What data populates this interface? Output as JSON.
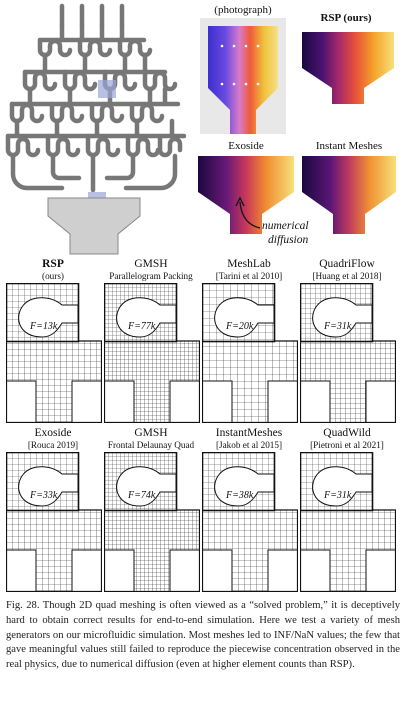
{
  "top": {
    "photo_label": "(photograph)",
    "rsp_label": "RSP (ours)",
    "exoside_label": "Exoside",
    "instant_label": "Instant Meshes",
    "annotation_line1": "numerical",
    "annotation_line2": "diffusion"
  },
  "rows": [
    [
      {
        "title": "RSP",
        "subtitle": "(ours)",
        "f": "F=13k",
        "bold": true
      },
      {
        "title": "GMSH",
        "subtitle": "Parallelogram Packing",
        "f": "F=77k",
        "bold": false
      },
      {
        "title": "MeshLab",
        "subtitle": "[Tarini et al 2010]",
        "f": "F=20k",
        "bold": false
      },
      {
        "title": "QuadriFlow",
        "subtitle": "[Huang et al 2018]",
        "f": "F=31k",
        "bold": false
      }
    ],
    [
      {
        "title": "Exoside",
        "subtitle": "[Rouca 2019]",
        "f": "F=33k",
        "bold": false
      },
      {
        "title": "GMSH",
        "subtitle": "Frontal Delaunay Quad",
        "f": "F=74k",
        "bold": false
      },
      {
        "title": "InstantMeshes",
        "subtitle": "[Jakob et al 2015]",
        "f": "F=38k",
        "bold": false
      },
      {
        "title": "QuadWild",
        "subtitle": "[Pietroni et al 2021]",
        "f": "F=31k",
        "bold": false
      }
    ]
  ],
  "caption": "Fig. 28.  Though 2D quad meshing is often viewed as a “solved problem,” it is deceptively hard to obtain correct results for end-to-end simulation. Here we test a variety of mesh generators on our microfluidic simulation. Most meshes led to INF/NaN values; the few that gave meaningful values still failed to reproduce the piecewise concentration observed in the real physics, due to numerical diffusion (even at higher element counts than RSP)."
}
